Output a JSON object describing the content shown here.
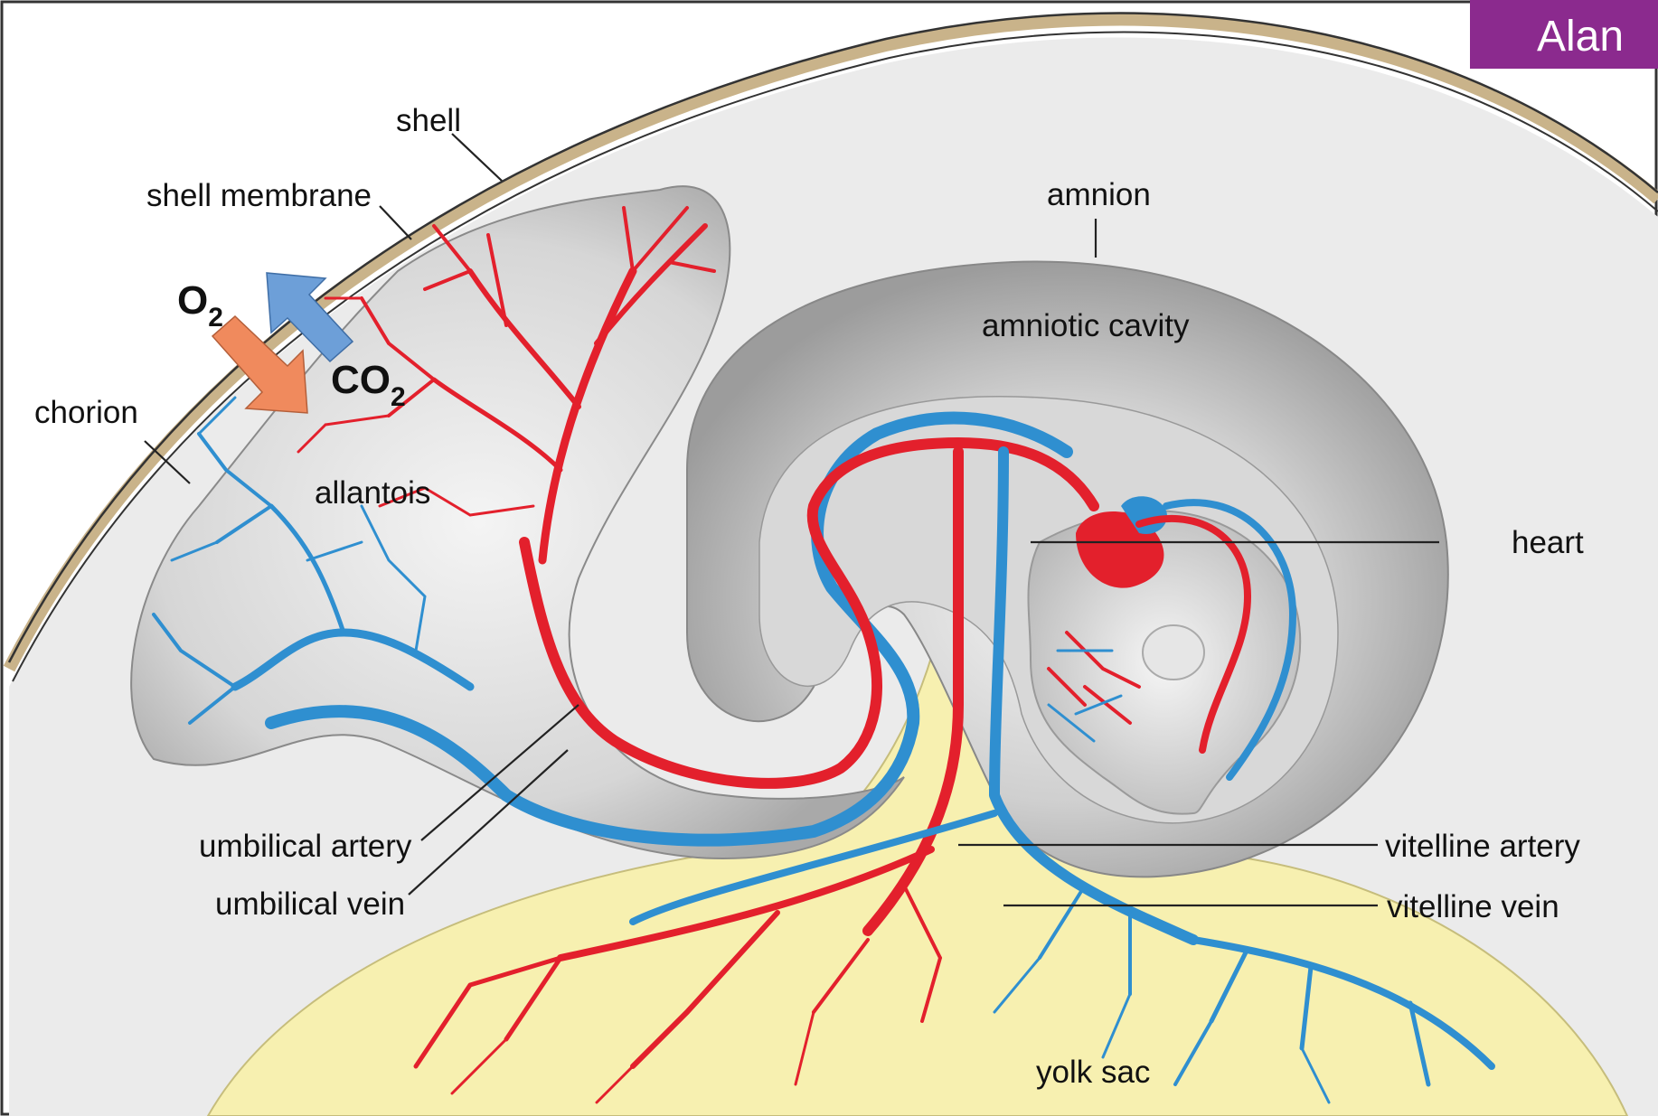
{
  "title_tab": "Alan",
  "labels": {
    "shell": "shell",
    "shell_membrane": "shell membrane",
    "chorion": "chorion",
    "allantois": "allantois",
    "amnion": "amnion",
    "amniotic_cavity": "amniotic cavity",
    "heart": "heart",
    "umbilical_artery": "umbilical artery",
    "umbilical_vein": "umbilical vein",
    "vitelline_artery": "vitelline artery",
    "vitelline_vein": "vitelline vein",
    "yolk_sac": "yolk sac"
  },
  "gases": {
    "o2_base": "O",
    "o2_sub": "2",
    "co2_base": "CO",
    "co2_sub": "2"
  },
  "colors": {
    "artery": "#e3202c",
    "vein": "#2f8fd0",
    "o2_arrow": "#f08a5d",
    "co2_arrow": "#6d9fd8",
    "yolk": "#f7f0b0",
    "title_tab": "#8b2a8e"
  }
}
